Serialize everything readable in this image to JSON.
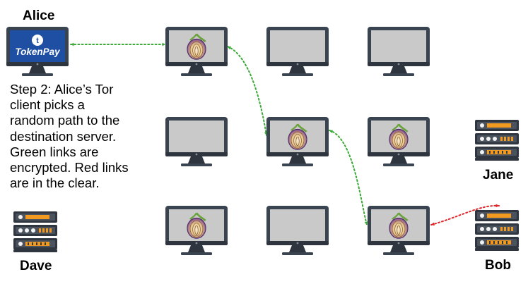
{
  "labels": {
    "alice": "Alice",
    "dave": "Dave",
    "jane": "Jane",
    "bob": "Bob"
  },
  "alice_screen": {
    "brand_text": "TokenPay",
    "brand_color": "#1f4fa3"
  },
  "step_text": "Step 2: Alice’s Tor client picks a random path to the destination server. Green links are encrypted. Red links are in the clear.",
  "colors": {
    "encrypted_link": "#3aaa35",
    "clear_link": "#e0262a",
    "monitor_frame": "#3a4350",
    "screen_fill": "#c9c9c9",
    "server_orange": "#f29a1f"
  },
  "nodes": {
    "relays": [
      {
        "id": "r1",
        "tor": true
      },
      {
        "id": "r2",
        "tor": false
      },
      {
        "id": "r3",
        "tor": false
      },
      {
        "id": "r4",
        "tor": false
      },
      {
        "id": "r5",
        "tor": true
      },
      {
        "id": "r6",
        "tor": true
      },
      {
        "id": "r7",
        "tor": true
      },
      {
        "id": "r8",
        "tor": false
      },
      {
        "id": "r9",
        "tor": true
      }
    ],
    "servers": [
      "dave",
      "jane",
      "bob"
    ]
  },
  "links": [
    {
      "from": "alice",
      "to": "r1",
      "type": "encrypted"
    },
    {
      "from": "r1",
      "to": "r5",
      "type": "encrypted"
    },
    {
      "from": "r5",
      "to": "r9",
      "type": "encrypted"
    },
    {
      "from": "r9",
      "to": "bob",
      "type": "clear"
    }
  ]
}
